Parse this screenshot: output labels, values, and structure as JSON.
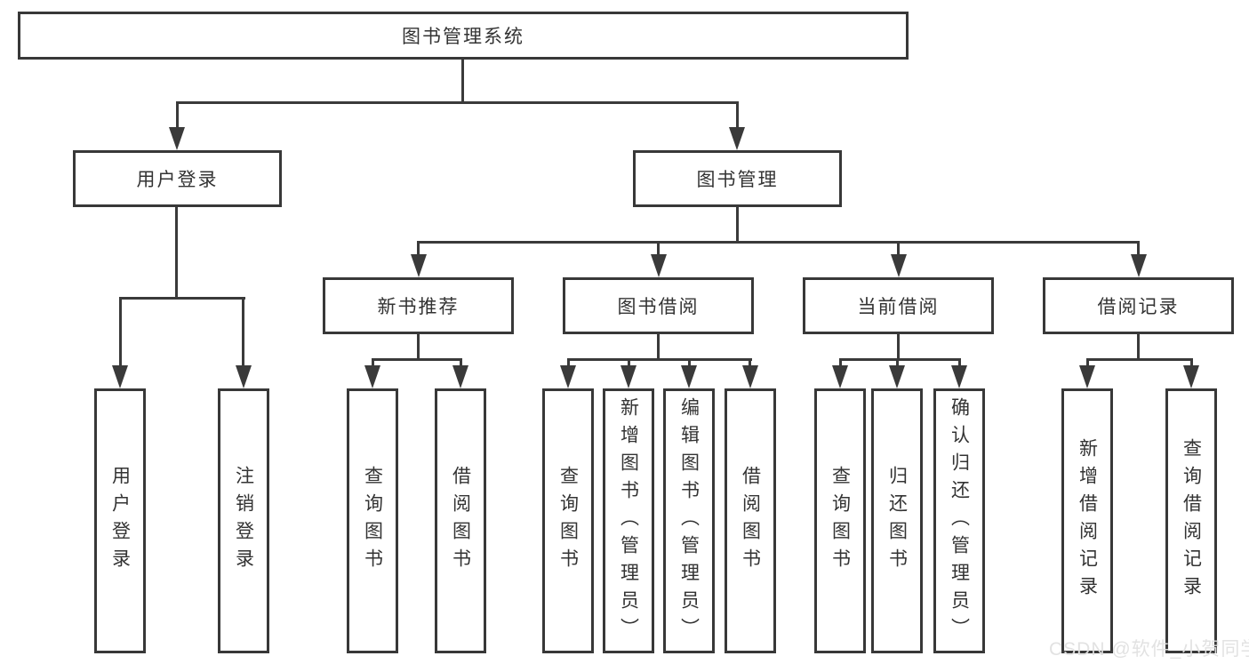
{
  "tree": {
    "root": {
      "label": "图书管理系统"
    },
    "branches": [
      {
        "label": "用户登录",
        "children": [
          {
            "label": "用户登录"
          },
          {
            "label": "注销登录"
          }
        ]
      },
      {
        "label": "图书管理",
        "children": [
          {
            "label": "新书推荐",
            "children": [
              {
                "label": "查询图书"
              },
              {
                "label": "借阅图书"
              }
            ]
          },
          {
            "label": "图书借阅",
            "children": [
              {
                "label": "查询图书"
              },
              {
                "label": "新增图书（管理员）"
              },
              {
                "label": "编辑图书（管理员）"
              },
              {
                "label": "借阅图书"
              }
            ]
          },
          {
            "label": "当前借阅",
            "children": [
              {
                "label": "查询图书"
              },
              {
                "label": "归还图书"
              },
              {
                "label": "确认归还（管理员）"
              }
            ]
          },
          {
            "label": "借阅记录",
            "children": [
              {
                "label": "新增借阅记录"
              },
              {
                "label": "查询借阅记录"
              }
            ]
          }
        ]
      }
    ]
  },
  "watermark": {
    "text": "CSDN @软件_小贺同学"
  },
  "colors": {
    "line": "#3a3a3a",
    "box_border": "#383838",
    "text": "#333333",
    "watermark": "#dedede",
    "background": "#ffffff"
  }
}
